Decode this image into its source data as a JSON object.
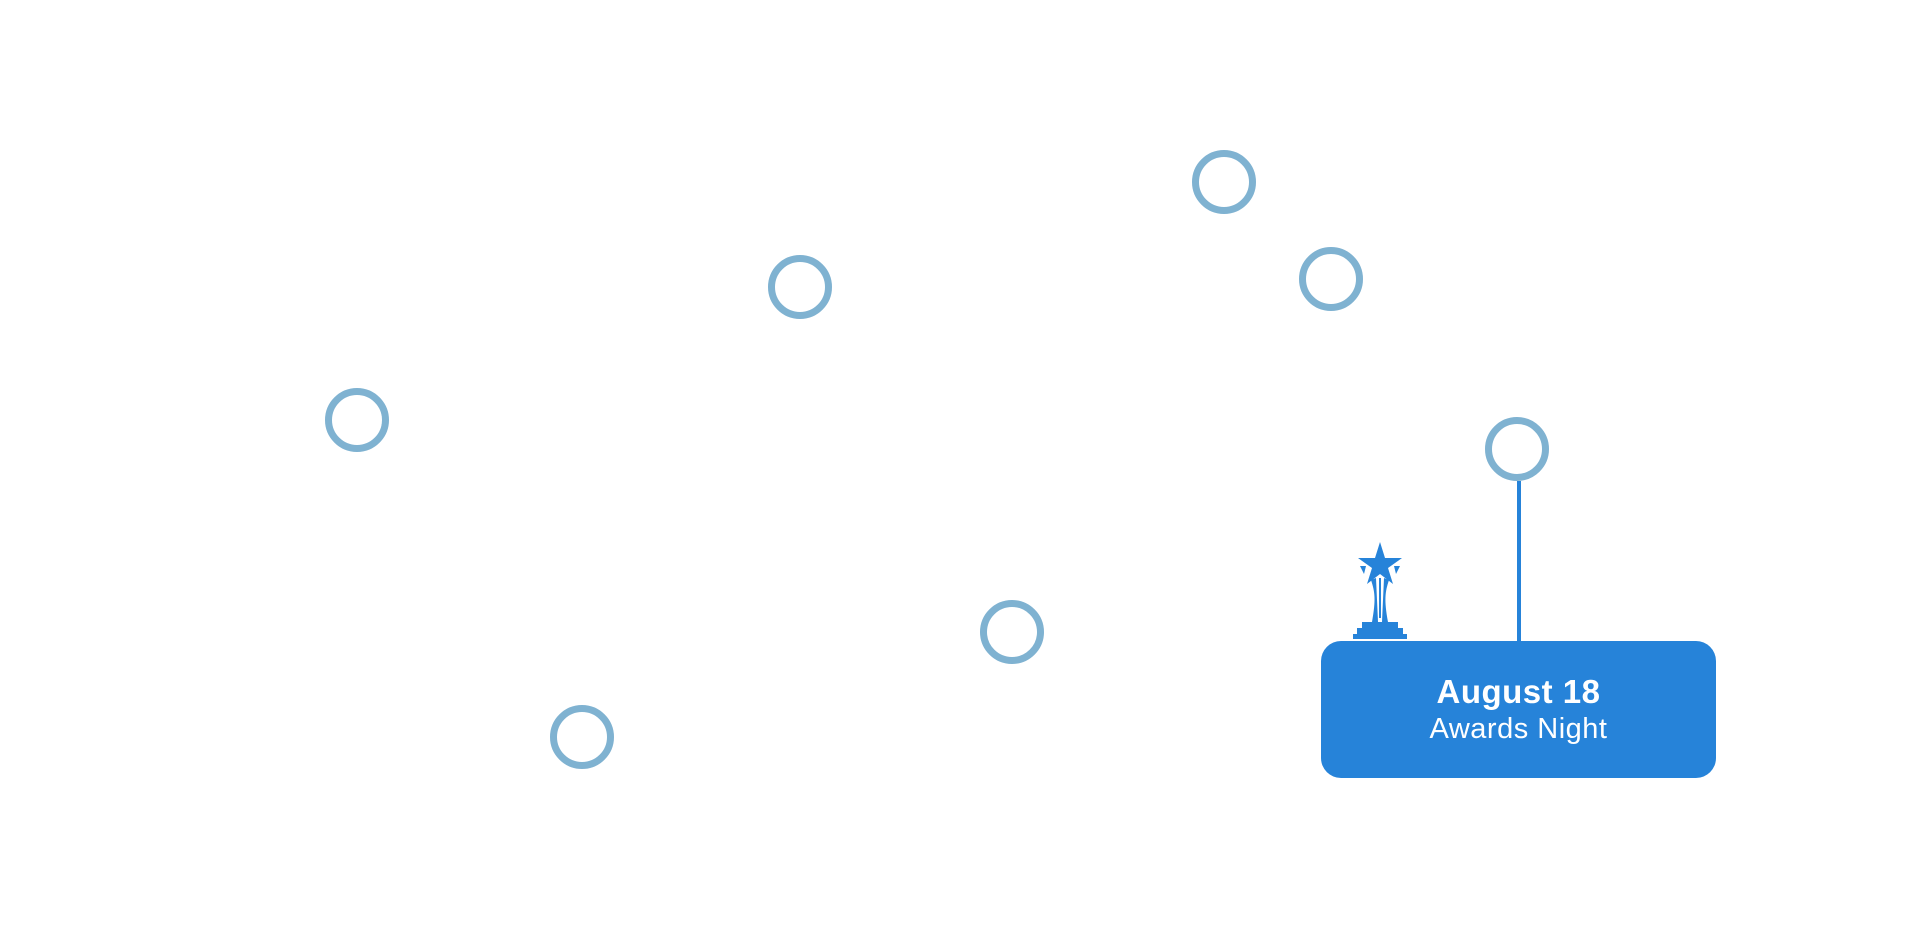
{
  "colors": {
    "node_stroke": "#7fb2d1",
    "accent": "#2683d9",
    "background": "#ffffff",
    "card_text": "#ffffff"
  },
  "nodes": [
    {
      "id": "node-1",
      "state": "unselected"
    },
    {
      "id": "node-2",
      "state": "unselected"
    },
    {
      "id": "node-3",
      "state": "unselected"
    },
    {
      "id": "node-4",
      "state": "unselected"
    },
    {
      "id": "node-5",
      "state": "unselected"
    },
    {
      "id": "node-6",
      "state": "unselected"
    },
    {
      "id": "node-7",
      "state": "selected"
    }
  ],
  "selected_event": {
    "date": "August 18",
    "title": "Awards Night",
    "icon": "trophy-icon"
  }
}
